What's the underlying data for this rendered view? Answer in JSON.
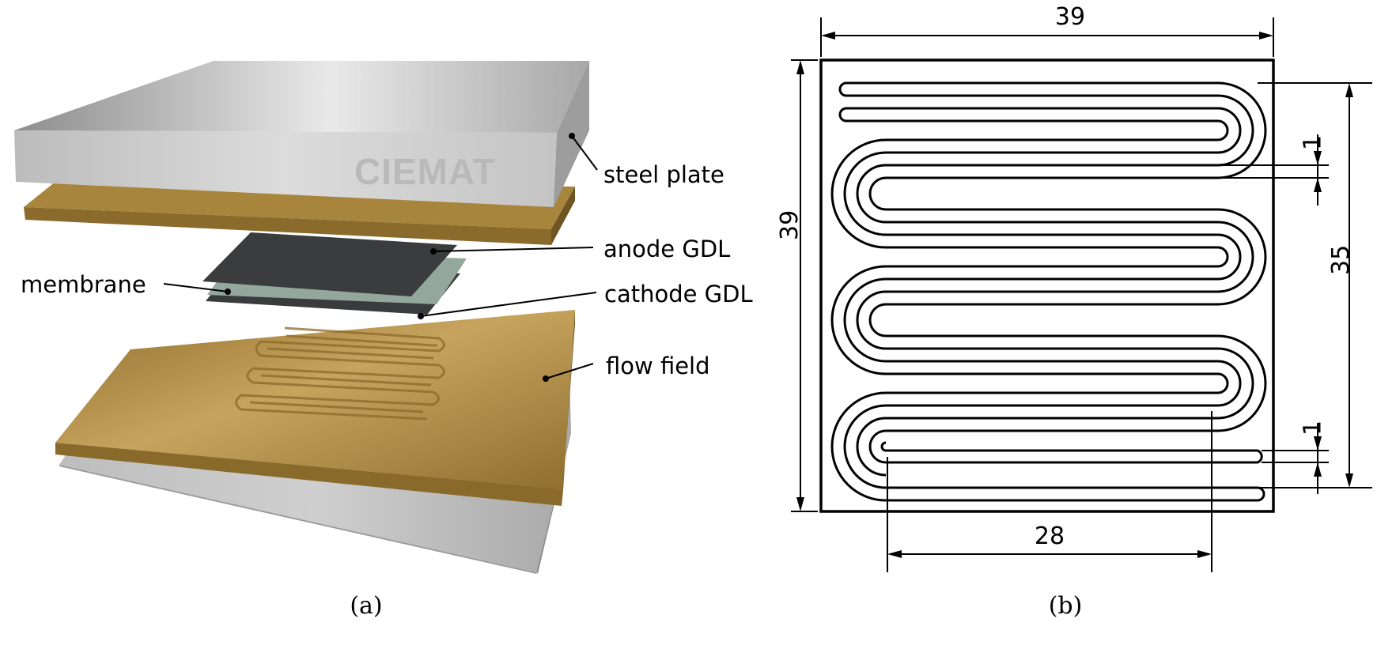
{
  "panel_a": {
    "logo_text": "CIEMAT",
    "labels": {
      "steel_plate": "steel plate",
      "anode_gdl": "anode GDL",
      "membrane": "membrane",
      "cathode_gdl": "cathode GDL",
      "flow_field": "flow field"
    },
    "caption": "(a)"
  },
  "panel_b": {
    "dim_width_top": "39",
    "dim_height_left": "39",
    "dim_channel_span": "35",
    "dim_channel_width_upper": "1",
    "dim_channel_width_lower": "1",
    "dim_bottom_length": "28",
    "caption": "(b)"
  },
  "colors": {
    "steel": "#c8c8c8",
    "brass": "#a8853d",
    "gdl": "#3a3b3d",
    "membrane": "#93a79c"
  }
}
